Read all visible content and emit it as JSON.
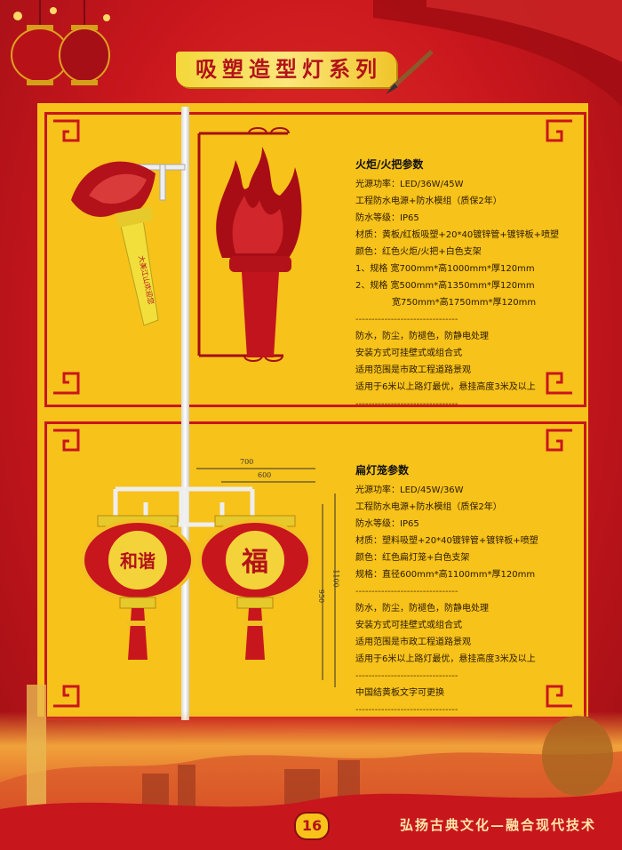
{
  "header": {
    "title": "吸塑造型灯系列"
  },
  "torch": {
    "heading": "火炬/火把参数",
    "rows": [
      "光源功率：LED/36W/45W",
      "工程防水电源+防水模组（质保2年）",
      "防水等级：IP65",
      "材质：黄板/红板吸塑+20*40镀锌管+镀锌板+喷塑",
      "颜色：红色火炬/火把+白色支架",
      "1、规格 宽700mm*高1000mm*厚120mm",
      "2、规格 宽500mm*高1350mm*厚120mm"
    ],
    "indent_row": "宽750mm*高1750mm*厚120mm",
    "rows2": [
      "防水，防尘，防褪色，防静电处理",
      "安装方式可挂壁式或组合式",
      "适用范围是市政工程道路景观",
      "适用于6米以上路灯最优，悬挂高度3米及以上"
    ],
    "torch_text": "大美江山欢迎您",
    "dashes": "--------------------------------"
  },
  "lantern": {
    "heading": "扁灯笼参数",
    "rows": [
      "光源功率：LED/45W/36W",
      "工程防水电源+防水模组（质保2年）",
      "防水等级：IP65",
      "材质：塑料吸塑+20*40镀锌管+镀锌板+喷塑",
      "颜色：红色扁灯笼+白色支架",
      "规格：直径600mm*高1100mm*厚120mm"
    ],
    "rows2": [
      "防水，防尘，防褪色，防静电处理",
      "安装方式可挂壁式或组合式",
      "适用范围是市政工程道路景观",
      "适用于6米以上路灯最优，悬挂高度3米及以上"
    ],
    "note": "中国结黄板文字可更换",
    "left_text": "和谐",
    "right_text": "福",
    "dims": {
      "w_outer": "700",
      "w_inner": "600",
      "h_outer": "1100",
      "h_inner": "950"
    },
    "dashes": "--------------------------------"
  },
  "footer": {
    "page": "16",
    "slogan": "弘扬古典文化—融合现代技术"
  }
}
